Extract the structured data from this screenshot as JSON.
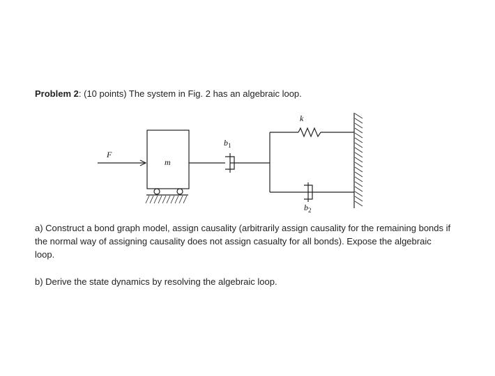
{
  "problem": {
    "label": "Problem 2",
    "colon": ":",
    "points": "(10 points)",
    "statement": "The system in Fig. 2 has an algebraic loop."
  },
  "figure": {
    "force_label": "F",
    "mass_label": "m",
    "damper1_label": "b",
    "damper1_sub": "1",
    "spring_label": "k",
    "damper2_label": "b",
    "damper2_sub": "2"
  },
  "part_a": "a) Construct a bond graph model, assign causality (arbitrarily assign causality for the remaining bonds if the normal way of assigning causality does not assign casualty for all bonds). Expose the algebraic loop.",
  "part_b": "b) Derive the state dynamics by resolving the algebraic loop."
}
